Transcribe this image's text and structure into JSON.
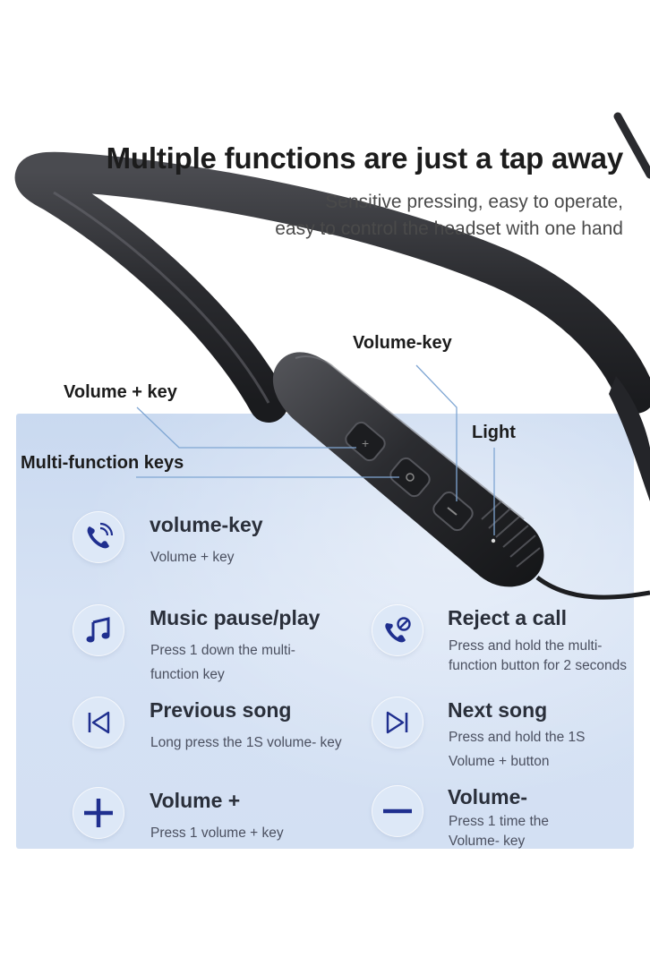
{
  "header": {
    "title": "Multiple functions are just a tap away",
    "subtitle_line1": "Sensitive pressing, easy to operate,",
    "subtitle_line2": "easy to control the headset with one hand"
  },
  "callouts": {
    "volume_key": "Volume-key",
    "volume_plus_key": "Volume + key",
    "light": "Light",
    "multi_function_keys": "Multi-function keys"
  },
  "features": [
    {
      "icon": "phone-sound-icon",
      "title": "volume-key",
      "desc": "Volume + key"
    },
    {
      "icon": "music-note-icon",
      "title": "Music pause/play",
      "desc": "Press 1 down the multi-function key"
    },
    {
      "icon": "reject-call-icon",
      "title": "Reject a call",
      "desc": "Press and hold the multi-function button for 2 seconds"
    },
    {
      "icon": "previous-icon",
      "title": "Previous song",
      "desc": "Long press the 1S volume- key"
    },
    {
      "icon": "next-icon",
      "title": "Next song",
      "desc": "Press and hold the 1S Volume + button"
    },
    {
      "icon": "plus-icon",
      "title": "Volume +",
      "desc": "Press 1 volume + key"
    },
    {
      "icon": "minus-icon",
      "title": "Volume-",
      "desc": "Press 1 time the Volume- key"
    }
  ],
  "colors": {
    "icon_blue": "#1f2f8f",
    "panel_blue": "#cfdcf1",
    "cable": "#2b2c30"
  }
}
